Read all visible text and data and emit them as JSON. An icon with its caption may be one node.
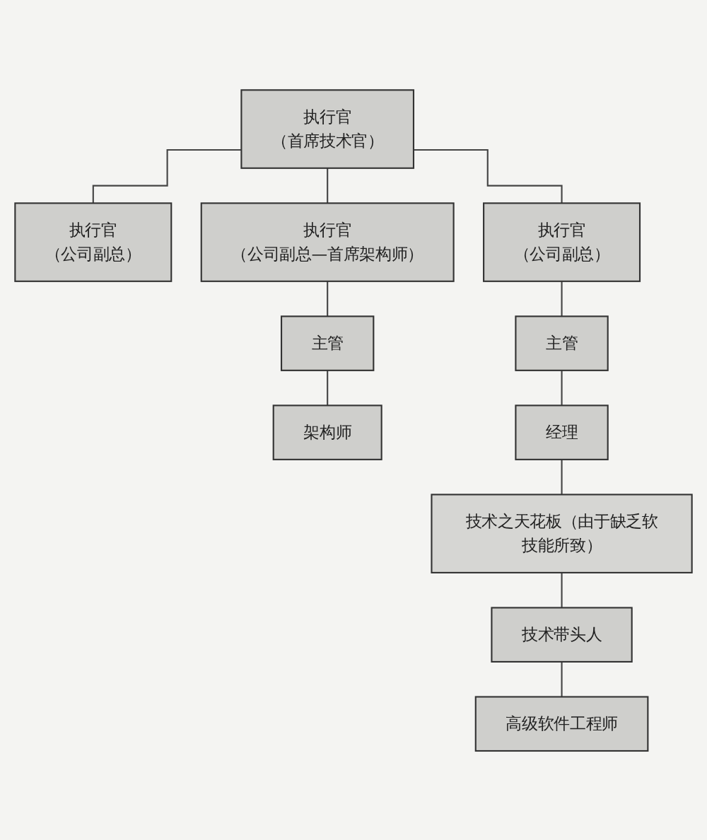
{
  "diagram": {
    "nodes": [
      {
        "text": [
          "执行官",
          "（首席技术官）"
        ]
      },
      {
        "text": [
          "执行官",
          "（公司副总）"
        ]
      },
      {
        "text": [
          "执行官",
          "（公司副总—首席架构师）"
        ]
      },
      {
        "text": [
          "执行官",
          "（公司副总）"
        ]
      },
      {
        "text": [
          "主管"
        ]
      },
      {
        "text": [
          "主管"
        ]
      },
      {
        "text": [
          "架构师"
        ]
      },
      {
        "text": [
          "经理"
        ]
      },
      {
        "text": [
          "技术之天花板（由于缺乏软技能所致）"
        ]
      },
      {
        "text": [
          "技术带头人"
        ]
      },
      {
        "text": [
          "高级软件工程师"
        ]
      }
    ],
    "edges": [
      {
        "from": 0,
        "to": 1,
        "arrow": "none"
      },
      {
        "from": 0,
        "to": 2,
        "arrow": "none"
      },
      {
        "from": 0,
        "to": 3,
        "arrow": "none"
      },
      {
        "from": 2,
        "to": 4,
        "arrow": "none"
      },
      {
        "from": 3,
        "to": 5,
        "arrow": "none"
      },
      {
        "from": 4,
        "to": 6,
        "arrow": "none"
      },
      {
        "from": 5,
        "to": 7,
        "arrow": "none"
      },
      {
        "from": 7,
        "to": 8,
        "arrow": "none"
      },
      {
        "from": 8,
        "to": 9,
        "arrow": "none"
      },
      {
        "from": 9,
        "to": 10,
        "arrow": "none"
      }
    ]
  }
}
